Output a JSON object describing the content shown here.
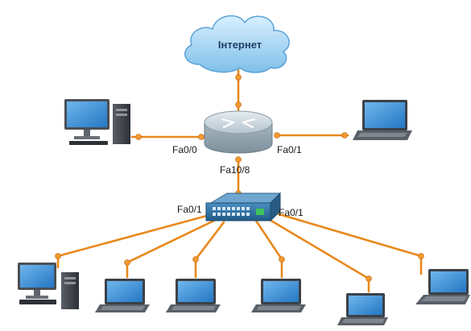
{
  "cloud": {
    "label": "Інтернет"
  },
  "router": {
    "port_left": "Fa0/0",
    "port_right": "Fa0/1",
    "port_down": "Fa10/8"
  },
  "switch": {
    "port_left": "Fa0/1",
    "port_right": "Fa0/1"
  },
  "colors": {
    "link": "#e8891c",
    "cloud": "#8fc7ee",
    "router": "#c3d0d8",
    "switch": "#2e6fa0",
    "screen": "#3a8fd6"
  },
  "devices": {
    "top_left": "desktop-pc-icon",
    "top_right": "laptop-icon",
    "bottom": [
      "desktop-pc-icon",
      "laptop-icon",
      "laptop-icon",
      "laptop-icon",
      "laptop-icon",
      "laptop-icon"
    ]
  }
}
